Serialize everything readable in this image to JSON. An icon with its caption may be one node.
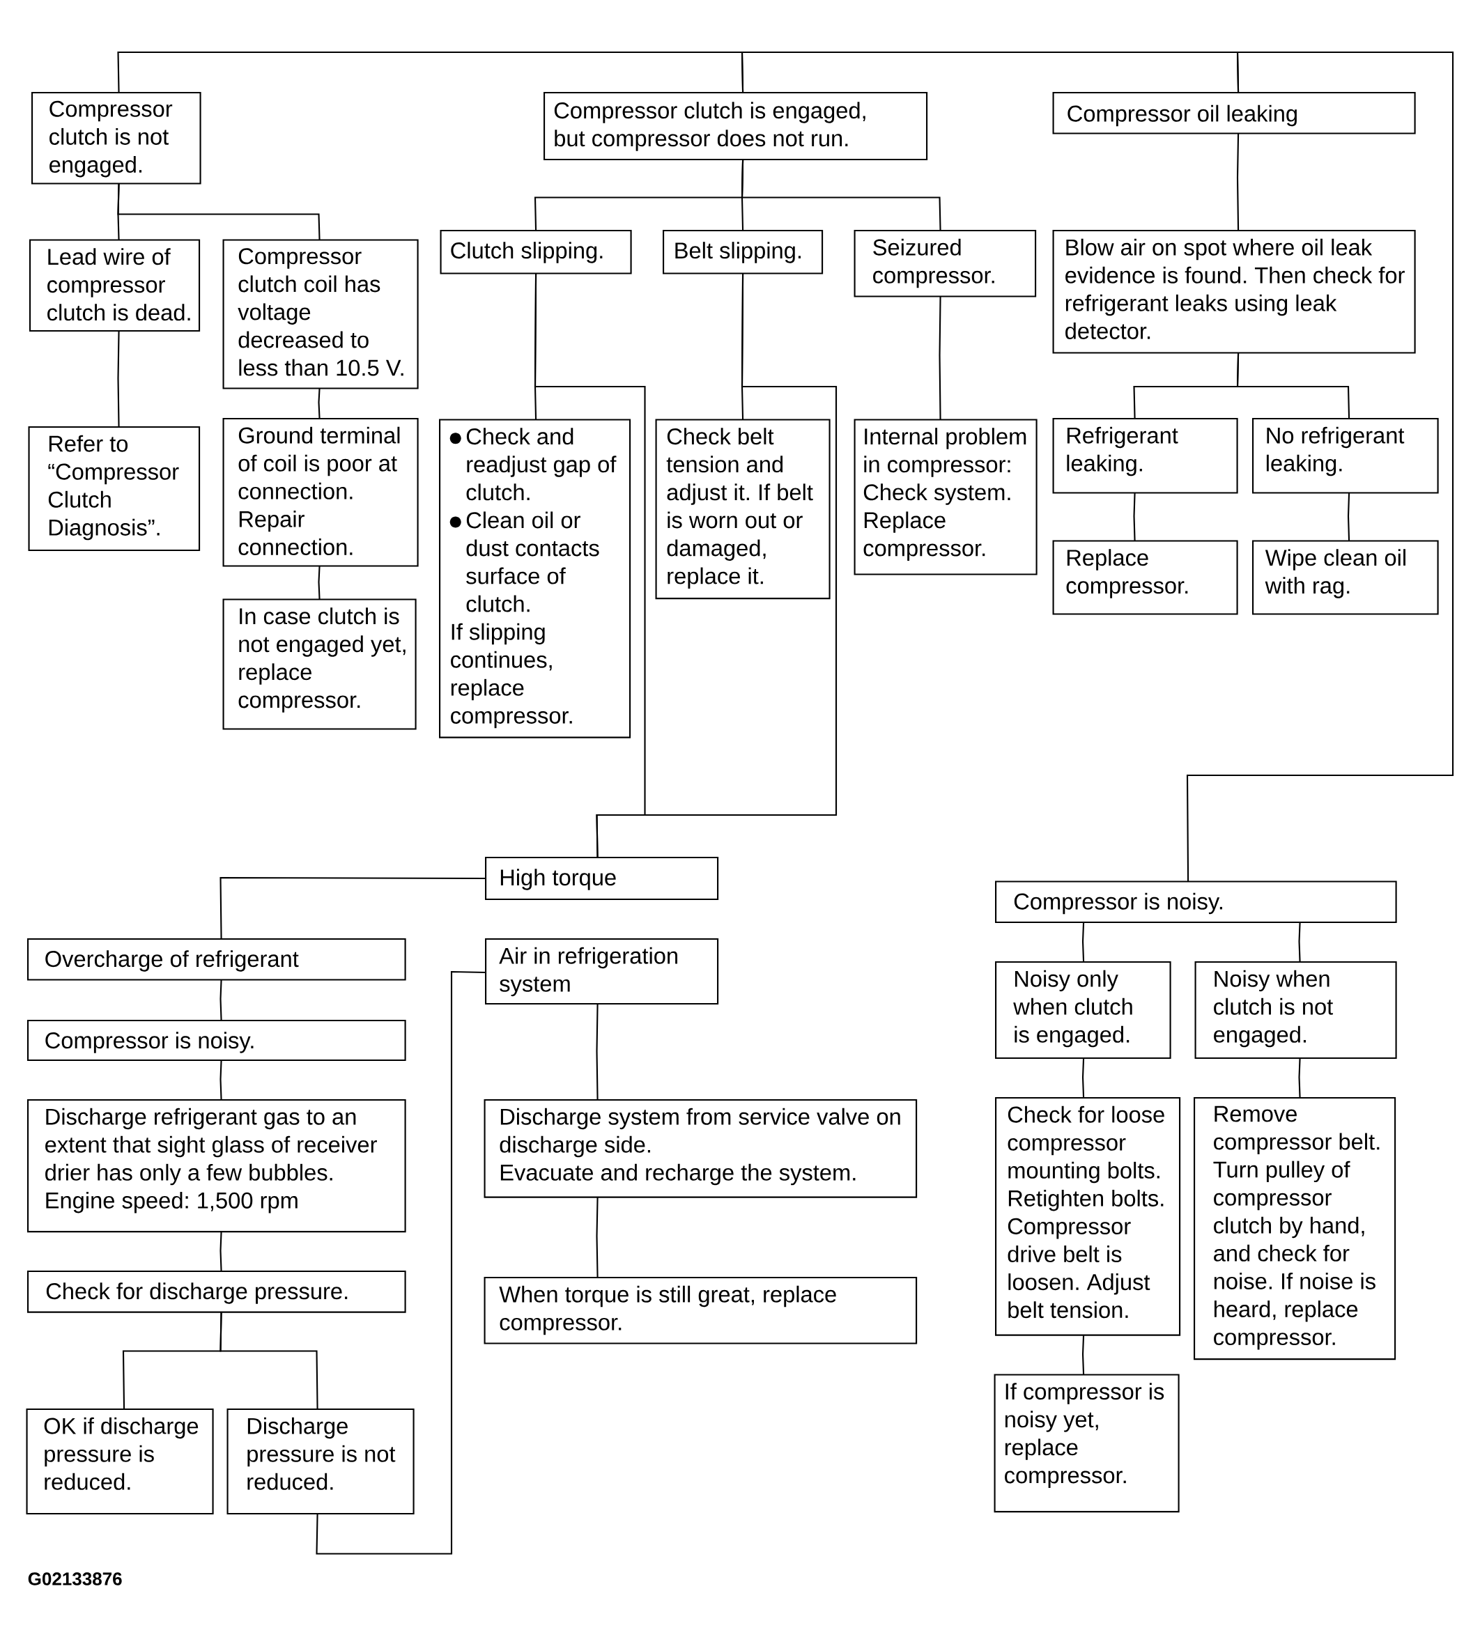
{
  "diagram": {
    "nodes": [
      {
        "text": [
          "Compressor clutch is not engaged."
        ]
      },
      {
        "text": [
          "Lead wire of compressor clutch is dead."
        ]
      },
      {
        "text": [
          "Compressor clutch coil has voltage decreased to less than 10.5 V."
        ]
      },
      {
        "text": [
          "Refer to “Compressor Clutch Diagnosis”."
        ]
      },
      {
        "text": [
          "Ground terminal of coil is poor at connection. Repair connection."
        ]
      },
      {
        "text": [
          "In case clutch is not engaged yet, replace compressor."
        ]
      },
      {
        "text": [
          "Compressor clutch is engaged, but compressor does not run."
        ]
      },
      {
        "text": [
          "Clutch slipping."
        ]
      },
      {
        "text": [
          "Belt slipping."
        ]
      },
      {
        "text": [
          "Seizured compressor."
        ]
      },
      {
        "text": [
          "Check and readjust gap of clutch.",
          "Clean oil or dust contacts surface of clutch.",
          "If slipping continues, replace compressor."
        ]
      },
      {
        "text": [
          "Check belt tension and adjust it. If belt is worn out or damaged, replace it."
        ]
      },
      {
        "text": [
          "Internal problem in compressor: Check system. Replace compressor."
        ]
      },
      {
        "text": [
          "Compressor oil leaking"
        ]
      },
      {
        "text": [
          "Blow air on spot where oil leak evidence is found. Then check for refrigerant leaks using leak detector."
        ]
      },
      {
        "text": [
          "Refrigerant leaking."
        ]
      },
      {
        "text": [
          "No refrigerant leaking."
        ]
      },
      {
        "text": [
          "Replace compressor."
        ]
      },
      {
        "text": [
          "Wipe clean oil with rag."
        ]
      },
      {
        "text": [
          "High torque"
        ]
      },
      {
        "text": [
          "Overcharge of refrigerant"
        ]
      },
      {
        "text": [
          "Air in refrigeration system"
        ]
      },
      {
        "text": [
          "Compressor is noisy."
        ]
      },
      {
        "text": [
          "Discharge refrigerant gas to an extent that sight glass of receiver drier has only a few bubbles.",
          "Engine speed: 1,500 rpm"
        ]
      },
      {
        "text": [
          "Discharge system from service valve on discharge side.",
          "Evacuate and recharge the system."
        ]
      },
      {
        "text": [
          "Check for discharge pressure."
        ]
      },
      {
        "text": [
          "When torque is still great, replace compressor."
        ]
      },
      {
        "text": [
          "OK if discharge pressure is reduced."
        ]
      },
      {
        "text": [
          "Discharge pressure is not reduced."
        ]
      },
      {
        "text": [
          "Compressor is noisy."
        ]
      },
      {
        "text": [
          "Noisy only when clutch is engaged."
        ]
      },
      {
        "text": [
          "Noisy when clutch is not engaged."
        ]
      },
      {
        "text": [
          "Check for loose compressor mounting bolts. Retighten bolts. Compressor drive belt is loosen. Adjust belt tension."
        ]
      },
      {
        "text": [
          "Remove compressor belt. Turn pulley of compressor clutch by hand, and check for noise. If noise is heard, replace compressor."
        ]
      },
      {
        "text": [
          "If compressor is noisy yet, replace compressor."
        ]
      }
    ],
    "edges": [
      {
        "from": 0,
        "to": 6,
        "arrow": "none"
      },
      {
        "from": 6,
        "to": 13,
        "arrow": "none"
      },
      {
        "from": 13,
        "to": 29,
        "arrow": "none"
      },
      {
        "from": 0,
        "to": 1,
        "arrow": "none"
      },
      {
        "from": 0,
        "to": 2,
        "arrow": "none"
      },
      {
        "from": 1,
        "to": 3,
        "arrow": "none"
      },
      {
        "from": 2,
        "to": 4,
        "arrow": "none"
      },
      {
        "from": 4,
        "to": 5,
        "arrow": "none"
      },
      {
        "from": 6,
        "to": 7,
        "arrow": "none"
      },
      {
        "from": 6,
        "to": 8,
        "arrow": "none"
      },
      {
        "from": 6,
        "to": 9,
        "arrow": "none"
      },
      {
        "from": 7,
        "to": 10,
        "arrow": "none"
      },
      {
        "from": 7,
        "to": 19,
        "arrow": "none"
      },
      {
        "from": 8,
        "to": 11,
        "arrow": "none"
      },
      {
        "from": 8,
        "to": 19,
        "arrow": "none"
      },
      {
        "from": 9,
        "to": 12,
        "arrow": "none"
      },
      {
        "from": 13,
        "to": 14,
        "arrow": "none"
      },
      {
        "from": 14,
        "to": 15,
        "arrow": "none"
      },
      {
        "from": 14,
        "to": 16,
        "arrow": "none"
      },
      {
        "from": 15,
        "to": 17,
        "arrow": "none"
      },
      {
        "from": 16,
        "to": 18,
        "arrow": "none"
      },
      {
        "from": 19,
        "to": 20,
        "arrow": "none"
      },
      {
        "from": 20,
        "to": 22,
        "arrow": "none"
      },
      {
        "from": 22,
        "to": 23,
        "arrow": "none"
      },
      {
        "from": 23,
        "to": 25,
        "arrow": "none"
      },
      {
        "from": 25,
        "to": 27,
        "arrow": "none"
      },
      {
        "from": 25,
        "to": 28,
        "arrow": "none"
      },
      {
        "from": 28,
        "to": 21,
        "arrow": "none"
      },
      {
        "from": 21,
        "to": 24,
        "arrow": "none"
      },
      {
        "from": 24,
        "to": 26,
        "arrow": "none"
      },
      {
        "from": 29,
        "to": 30,
        "arrow": "none"
      },
      {
        "from": 29,
        "to": 31,
        "arrow": "none"
      },
      {
        "from": 30,
        "to": 32,
        "arrow": "none"
      },
      {
        "from": 32,
        "to": 34,
        "arrow": "none"
      },
      {
        "from": 31,
        "to": 33,
        "arrow": "none"
      }
    ],
    "labels": [
      "G02133876"
    ]
  }
}
